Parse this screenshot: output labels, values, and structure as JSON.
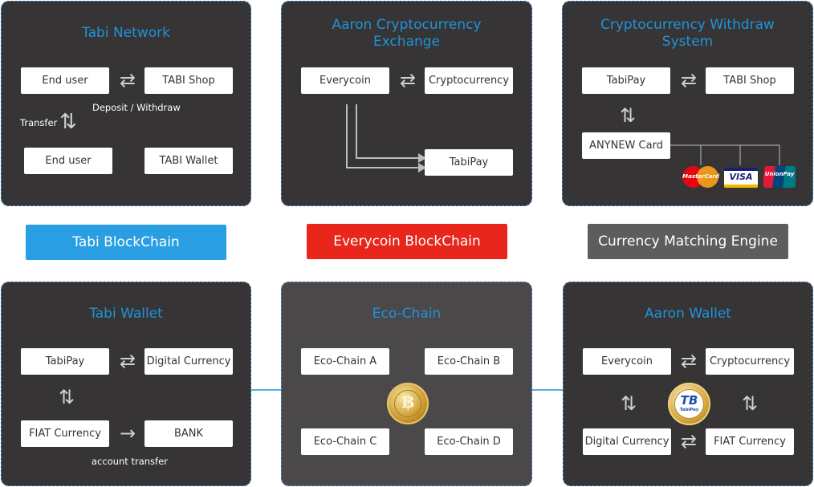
{
  "panels": {
    "tabi_network": {
      "title": "Tabi Network",
      "end_user_top": "End user",
      "tabi_shop": "TABI Shop",
      "transfer": "Transfer",
      "deposit_withdraw": "Deposit / Withdraw",
      "end_user_bottom": "End user",
      "tabi_wallet": "TABI Wallet"
    },
    "aaron_exchange": {
      "title_line1": "Aaron Cryptocurrency",
      "title_line2": "Exchange",
      "everycoin": "Everycoin",
      "cryptocurrency": "Cryptocurrency",
      "tabipay": "TabiPay"
    },
    "withdraw_system": {
      "title_line1": "Cryptocurrency Withdraw",
      "title_line2": "System",
      "tabipay": "TabiPay",
      "tabi_shop": "TABI Shop",
      "anynew_card": "ANYNEW Card",
      "card_mastercard": "MasterCard",
      "card_visa": "VISA",
      "card_unionpay": "UnionPay"
    },
    "tabi_wallet": {
      "title": "Tabi Wallet",
      "tabipay": "TabiPay",
      "digital_currency": "Digital Currency",
      "fiat_currency": "FIAT Currency",
      "bank": "BANK",
      "account_transfer": "account transfer"
    },
    "eco_chain": {
      "title": "Eco-Chain",
      "a": "Eco-Chain A",
      "b": "Eco-Chain B",
      "c": "Eco-Chain C",
      "d": "Eco-Chain D"
    },
    "aaron_wallet": {
      "title": "Aaron Wallet",
      "everycoin": "Everycoin",
      "cryptocurrency": "Cryptocurrency",
      "digital_currency": "Digital Currency",
      "fiat_currency": "FIAT Currency",
      "coin_label": "TB",
      "coin_sublabel": "TabiPay"
    }
  },
  "banners": {
    "tabi": "Tabi BlockChain",
    "everycoin": "Everycoin BlockChain",
    "matching": "Currency Matching Engine"
  },
  "colors": {
    "panel_bg": "#363435",
    "panel_bg_light": "#4a4849",
    "panel_border": "#4a8fd0",
    "title": "#1f94d8",
    "tabi_banner": "#2a9ee3",
    "everycoin_banner": "#e8261c",
    "matching_banner": "#5d5d5d"
  }
}
